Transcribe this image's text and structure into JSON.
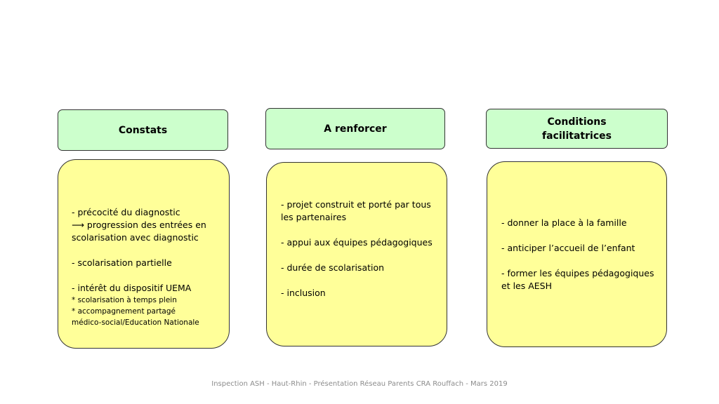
{
  "columns": [
    {
      "title": "Constats",
      "text": "- précocité du diagnostic\n⟶ progression des entrées en scolarisation avec diagnostic\n\n- scolarisation partielle\n\n- intérêt du dispositif UEMA",
      "sub": " * scolarisation à temps plein\n * accompagnement partagé\n   médico-social/Education Nationale"
    },
    {
      "title": "A renforcer",
      "text": "- projet construit et porté par tous les partenaires\n\n- appui aux équipes pédagogiques\n\n- durée de scolarisation\n\n- inclusion"
    },
    {
      "title": "Conditions\nfacilitatrices",
      "text": "- donner la place à la famille\n\n- anticiper l’accueil de l’enfant\n\n- former les équipes pédagogiques et les AESH"
    }
  ],
  "footer": "Inspection ASH - Haut-Rhin - Présentation Réseau Parents CRA Rouffach - Mars 2019"
}
